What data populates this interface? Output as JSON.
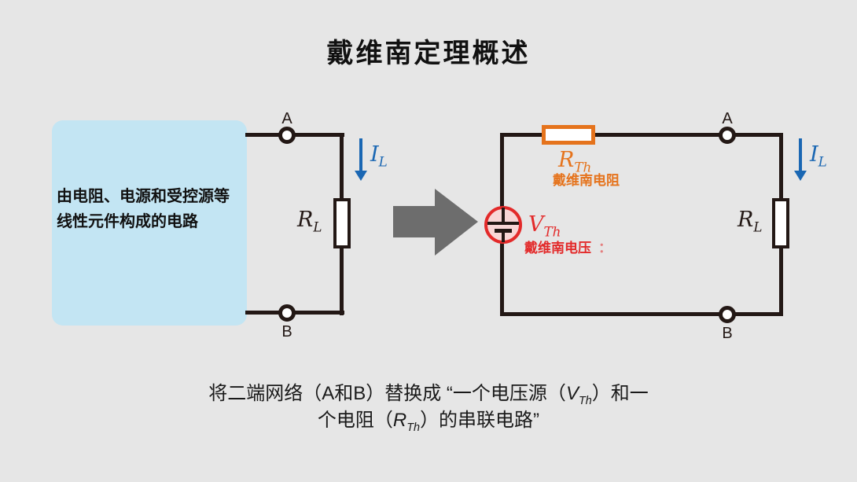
{
  "title": "戴维南定理概述",
  "source_box": {
    "line1": "由电阻、电源和受控源等",
    "line2": "线性元件构成的电路"
  },
  "left_circuit": {
    "terminal_a": "A",
    "terminal_b": "B",
    "current": {
      "base": "I",
      "sub": "L"
    },
    "load": {
      "base": "R",
      "sub": "L"
    }
  },
  "right_circuit": {
    "terminal_a": "A",
    "terminal_b": "B",
    "current": {
      "base": "I",
      "sub": "L"
    },
    "load": {
      "base": "R",
      "sub": "L"
    },
    "thevenin_resistance": {
      "base": "R",
      "sub": "Th",
      "caption": "戴维南电阻"
    },
    "thevenin_voltage": {
      "base": "V",
      "sub": "Th",
      "caption": "戴维南电压",
      "colon": "："
    }
  },
  "caption": {
    "l1a": "将二端网络（A和B）替换成 “一个电压源（",
    "l1var": "V",
    "l1sub": "Th",
    "l1b": "）和一",
    "l2a": "个电阻（",
    "l2var": "R",
    "l2sub": "Th",
    "l2b": "）的串联电路”"
  },
  "colors": {
    "background": "#e6e6e6",
    "source_box_fill": "#c3e5f3",
    "wire": "#231815",
    "thevenin_resistance_accent": "#e5731c",
    "thevenin_voltage_accent": "#e32a2a",
    "voltage_source_fill": "#f8d6d6",
    "current_arrow": "#1a67b3",
    "transform_arrow": "#6d6d6d"
  }
}
